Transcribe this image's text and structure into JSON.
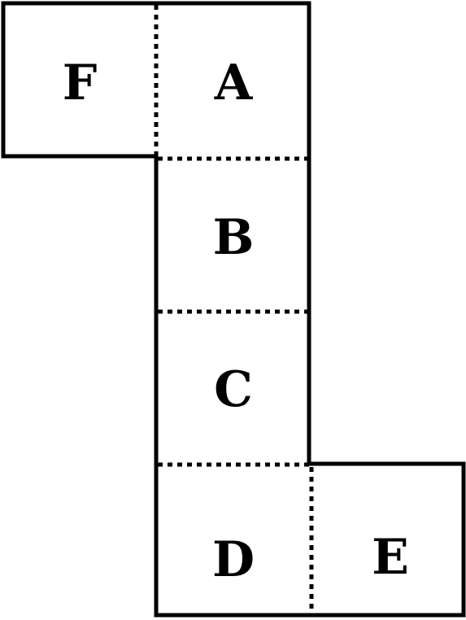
{
  "faces": {
    "f": "F",
    "a": "A",
    "b": "B",
    "c": "C",
    "d": "D",
    "e": "E"
  },
  "colors": {
    "stroke": "#000000",
    "background": "#ffffff"
  }
}
